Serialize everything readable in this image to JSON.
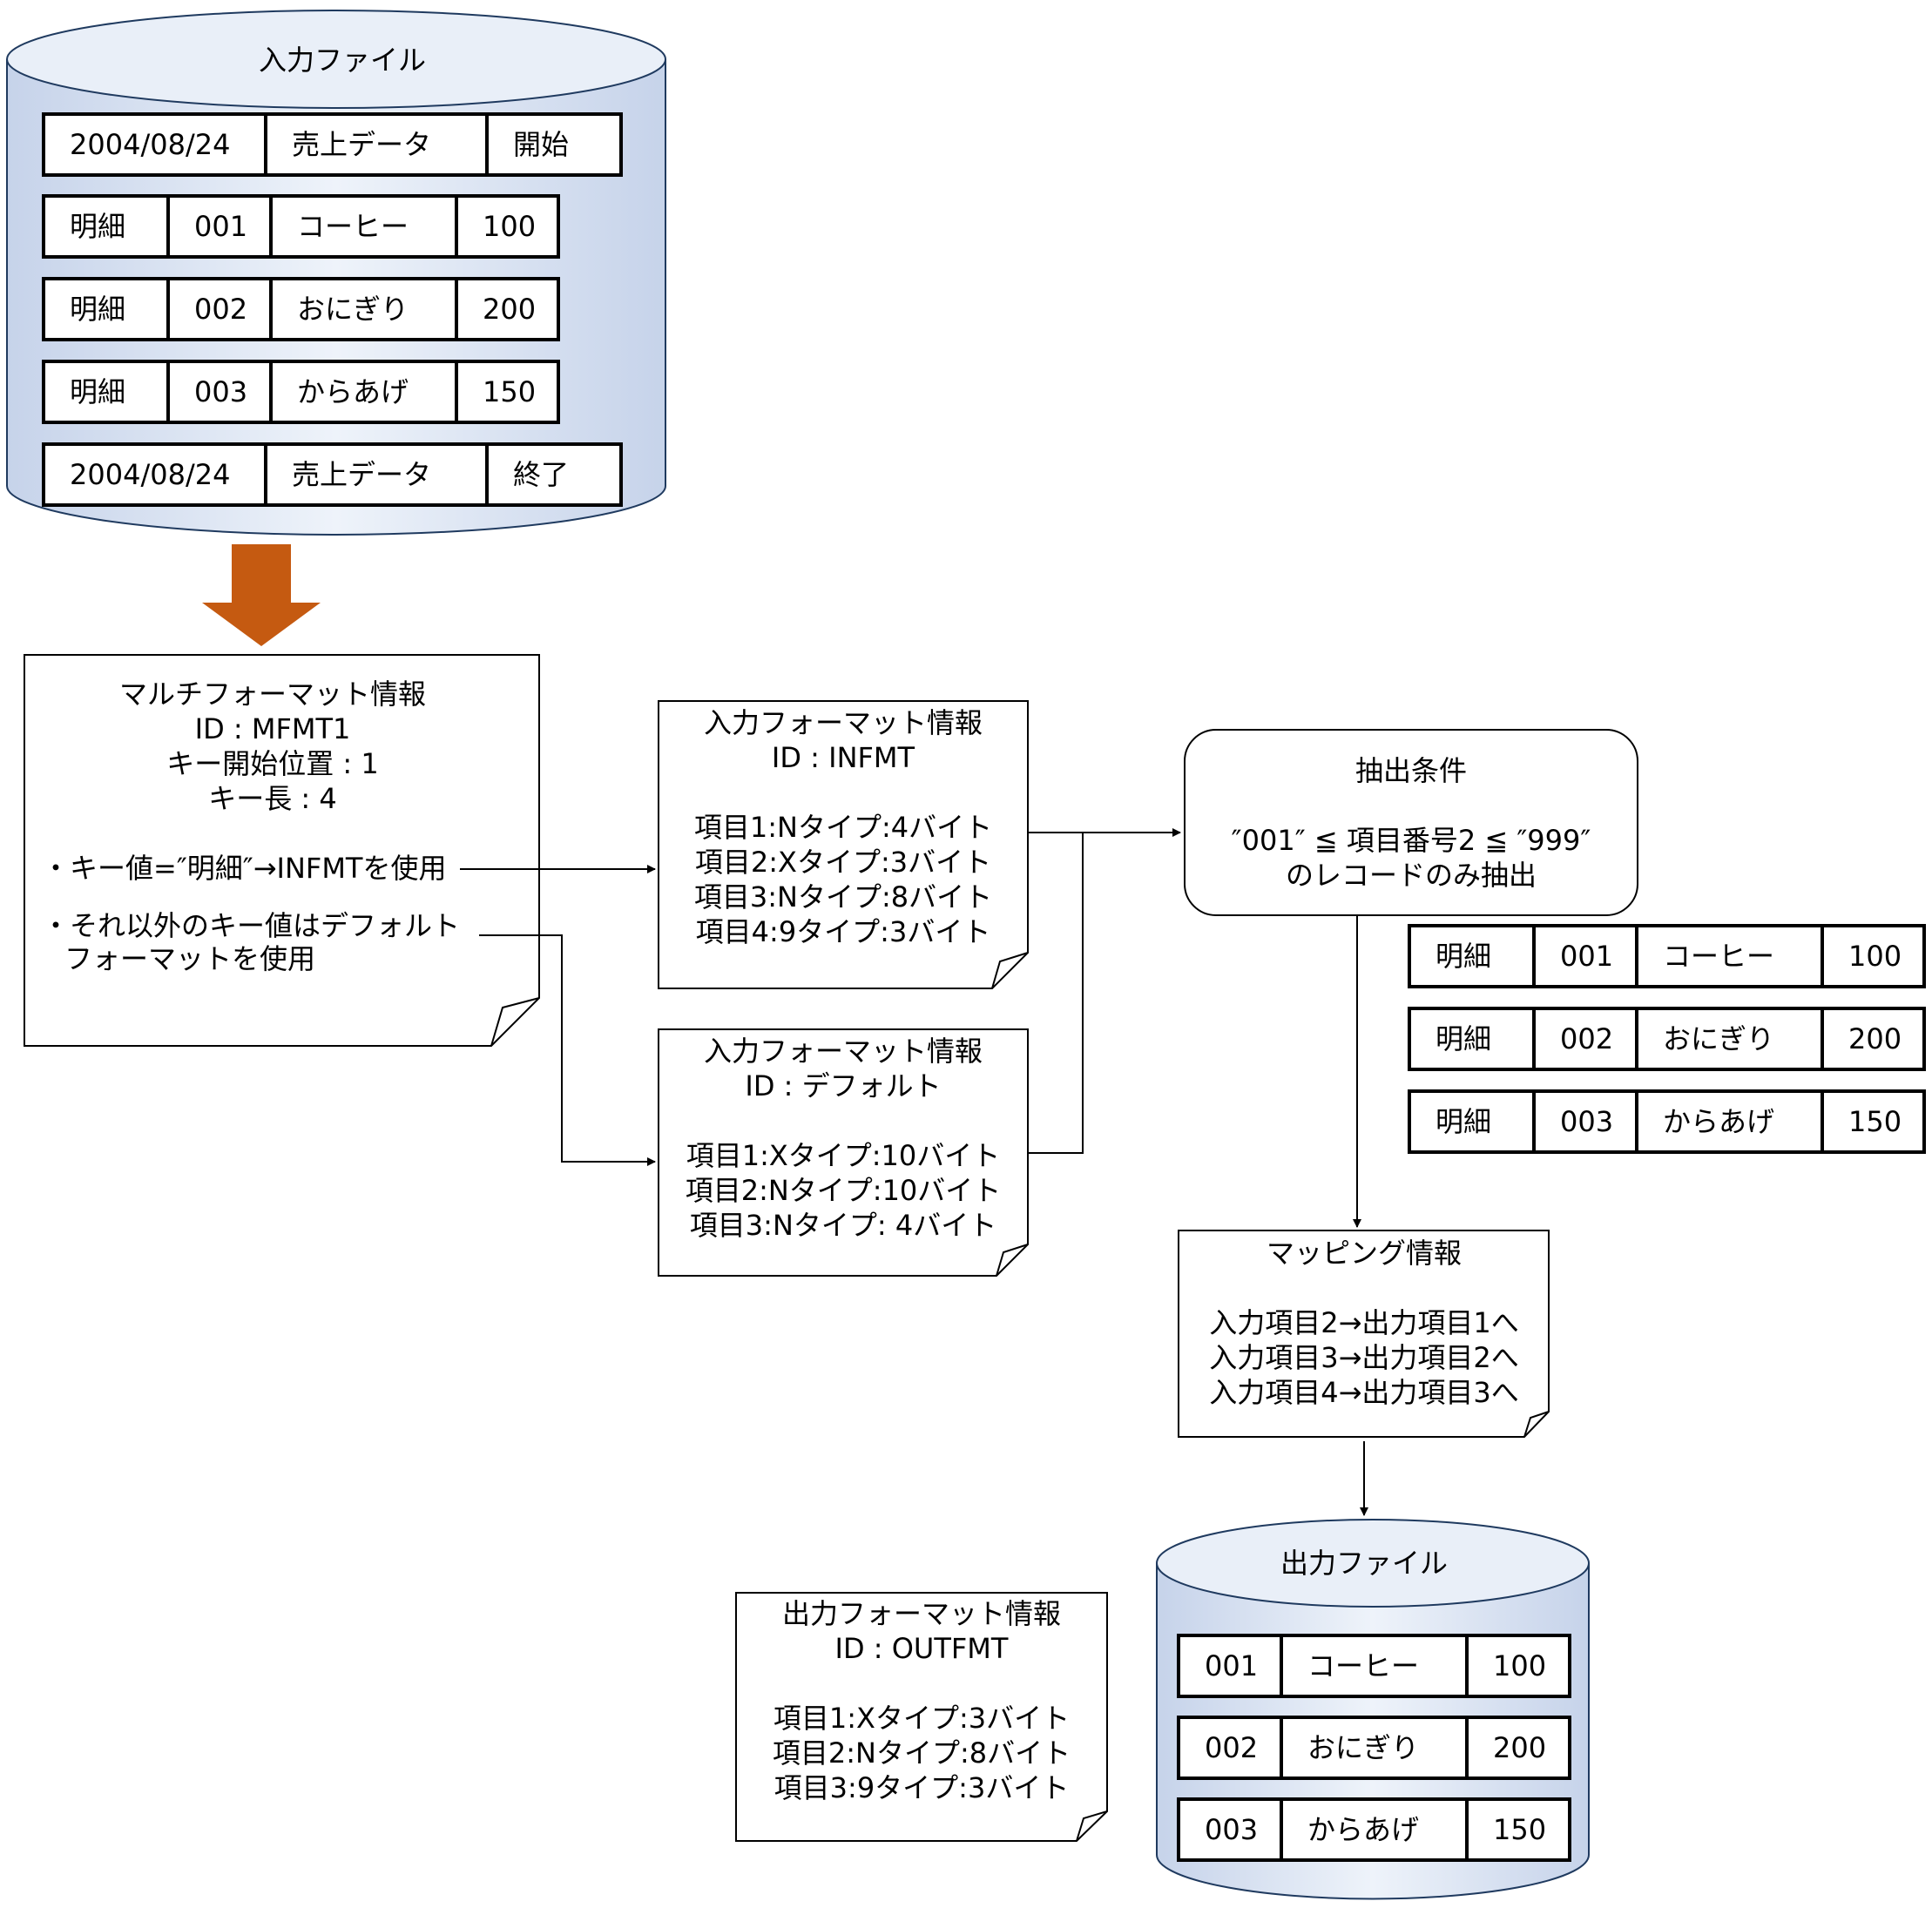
{
  "input_file": {
    "title": "入力ファイル",
    "records": [
      [
        "2004/08/24",
        "売上データ",
        "開始"
      ],
      [
        "明細",
        "001",
        "コーヒー",
        "100"
      ],
      [
        "明細",
        "002",
        "おにぎり",
        "200"
      ],
      [
        "明細",
        "003",
        "からあげ",
        "150"
      ],
      [
        "2004/08/24",
        "売上データ",
        "終了"
      ]
    ]
  },
  "multi_format": {
    "lines": [
      "マルチフォーマット情報",
      "ID : MFMT1",
      "キー開始位置 : 1",
      "キー長 : 4"
    ],
    "rules": [
      "・キー値=″明細″→INFMTを使用",
      "・それ以外のキー値はデフォルト",
      "フォーマットを使用"
    ]
  },
  "input_format_infmt": {
    "lines": [
      "入力フォーマット情報",
      "ID : INFMT",
      "",
      "項目1:Nタイプ:4バイト",
      "項目2:Xタイプ:3バイト",
      "項目3:Nタイプ:8バイト",
      "項目4:9タイプ:3バイト"
    ]
  },
  "input_format_default": {
    "lines": [
      "入力フォーマット情報",
      "ID : デフォルト",
      "",
      "項目1:Xタイプ:10バイト",
      "項目2:Nタイプ:10バイト",
      "項目3:Nタイプ:  4バイト"
    ]
  },
  "extract_condition": {
    "lines": [
      "抽出条件",
      "",
      "″001″ ≦ 項目番号2 ≦ ″999″",
      "のレコードのみ抽出"
    ]
  },
  "extracted_records": [
    [
      "明細",
      "001",
      "コーヒー",
      "100"
    ],
    [
      "明細",
      "002",
      "おにぎり",
      "200"
    ],
    [
      "明細",
      "003",
      "からあげ",
      "150"
    ]
  ],
  "mapping": {
    "lines": [
      "マッピング情報",
      "",
      "入力項目2→出力項目1へ",
      "入力項目3→出力項目2へ",
      "入力項目4→出力項目3へ"
    ]
  },
  "output_format": {
    "lines": [
      "出力フォーマット情報",
      "ID : OUTFMT",
      "",
      "項目1:Xタイプ:3バイト",
      "項目2:Nタイプ:8バイト",
      "項目3:9タイプ:3バイト"
    ]
  },
  "output_file": {
    "title": "出力ファイル",
    "records": [
      [
        "001",
        "コーヒー",
        "100"
      ],
      [
        "002",
        "おにぎり",
        "200"
      ],
      [
        "003",
        "からあげ",
        "150"
      ]
    ]
  },
  "colors": {
    "cylinder_fill_light": "#e9eff8",
    "cylinder_fill_dark": "#c6d3ea",
    "cylinder_stroke": "#1f3a5f",
    "arrow_orange": "#c55a11",
    "line": "#000000"
  }
}
